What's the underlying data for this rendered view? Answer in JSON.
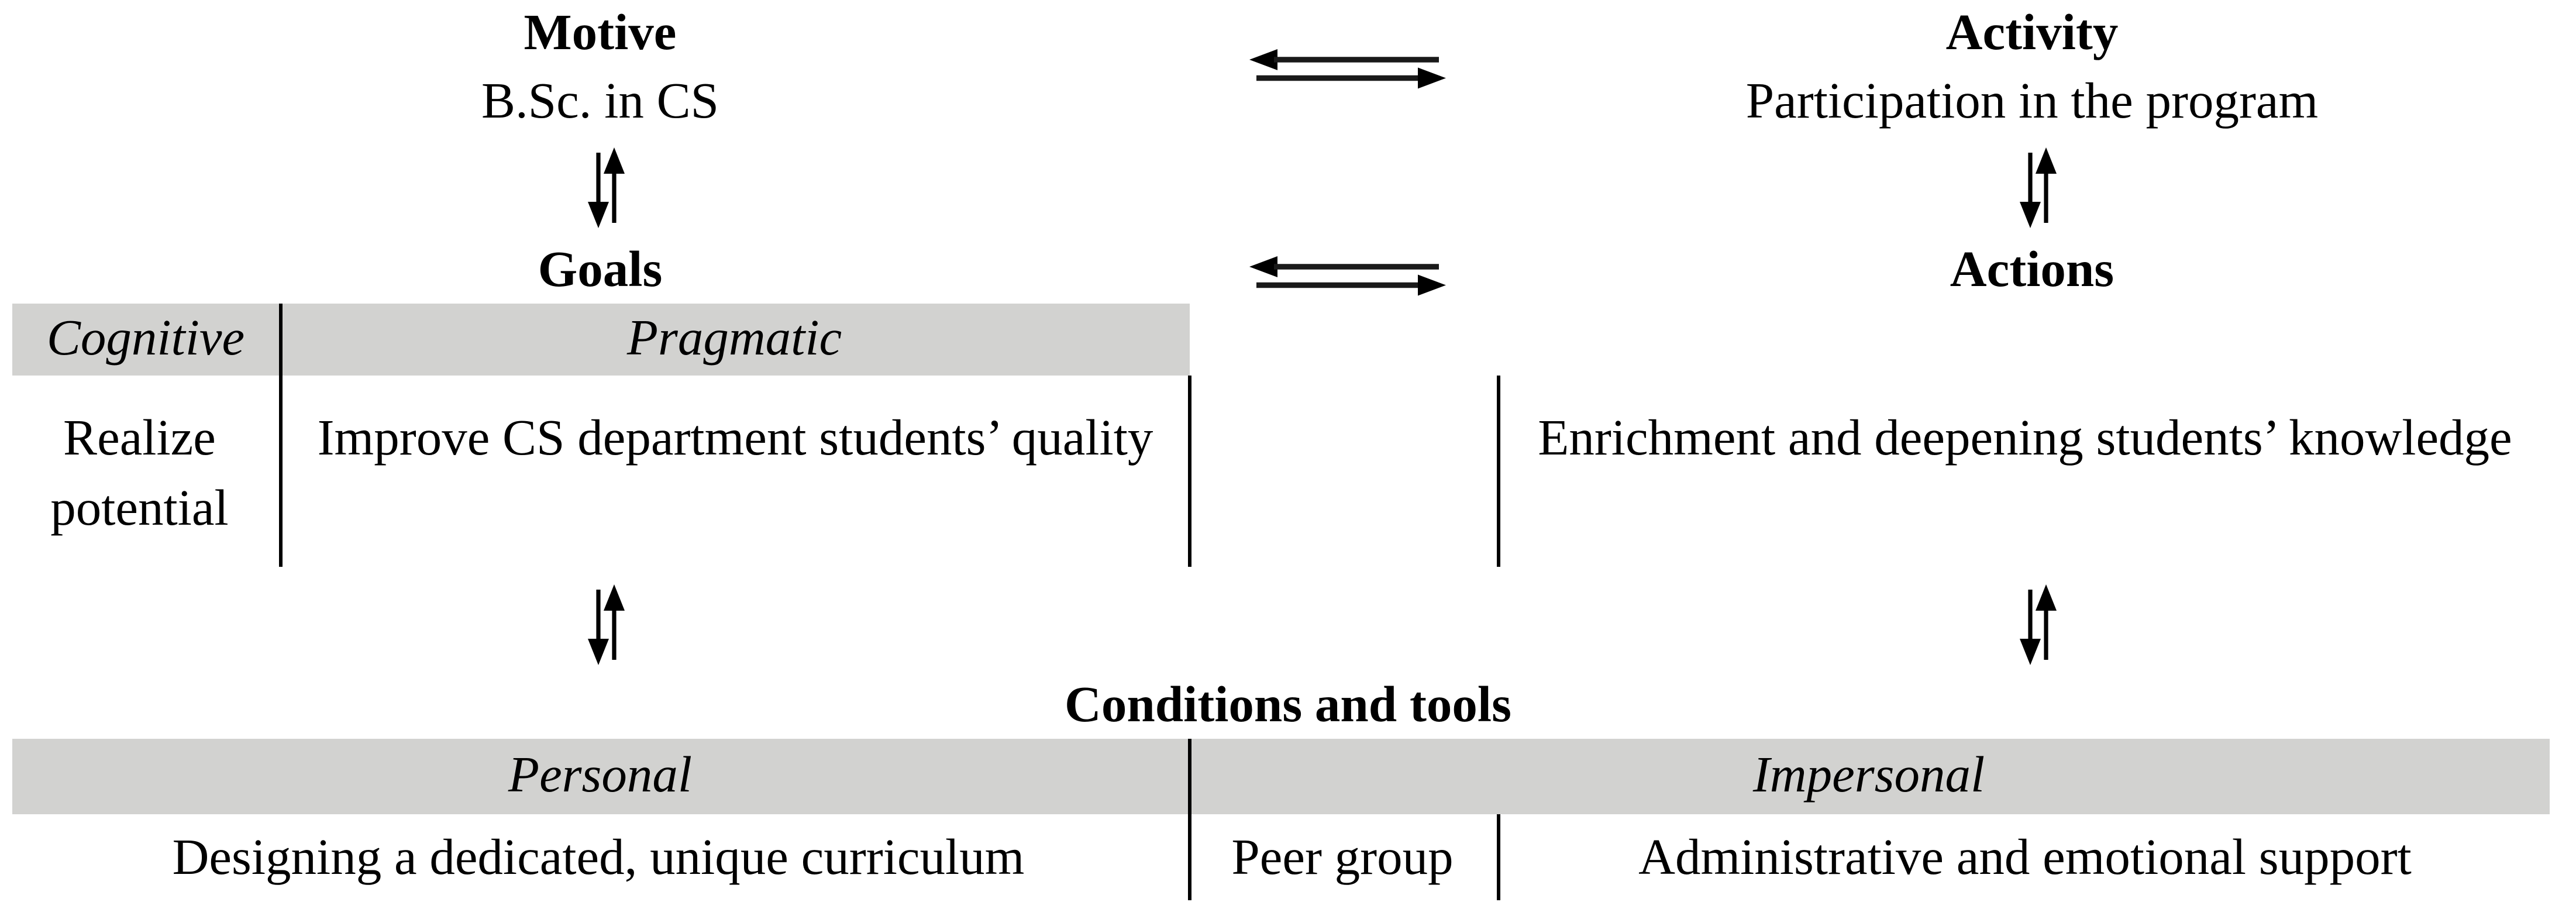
{
  "figure": {
    "background": "#ffffff",
    "header_bg": "#d2d2d0",
    "line_color": "#000000",
    "top": {
      "motive_title": "Motive",
      "motive_value": "B.Sc. in CS",
      "goals_label": "Goals",
      "activity_title": "Activity",
      "activity_value": "Participation in the program",
      "actions_label": "Actions"
    },
    "goals_table": {
      "col_cognitive": "Cognitive",
      "col_pragmatic": "Pragmatic",
      "cognitive_value": "Realize potential",
      "pragmatic_value": "Improve CS department students’ quality",
      "actions_value": "Enrichment and deepening students’ knowledge"
    },
    "conditions": {
      "title": "Conditions and tools",
      "col_personal": "Personal",
      "col_impersonal": "Impersonal",
      "personal_value": "Designing a dedicated, unique curriculum",
      "middle_value": "Peer group",
      "impersonal_value": "Administrative and emotional support"
    },
    "icons": {
      "horizontal_arrow": "double-horizontal-arrow",
      "vertical_arrow": "double-vertical-arrow"
    }
  }
}
